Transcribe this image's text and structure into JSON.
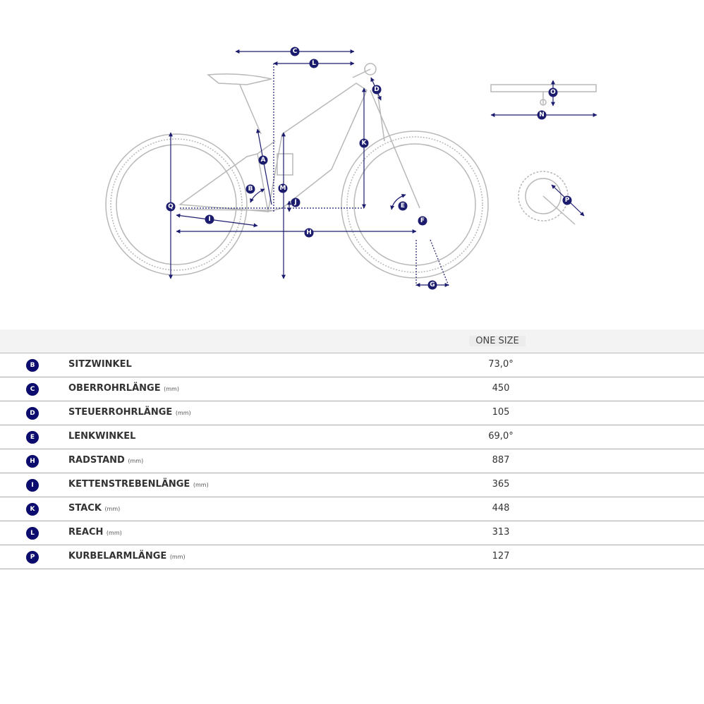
{
  "diagram": {
    "labels": [
      "A",
      "B",
      "C",
      "D",
      "E",
      "F",
      "G",
      "H",
      "I",
      "J",
      "K",
      "L",
      "M",
      "N",
      "O",
      "P",
      "Q"
    ],
    "accent": "#1c1c6e",
    "line_color": "#b8b8b8"
  },
  "table": {
    "header": "ONE SIZE",
    "rows": [
      {
        "key": "B",
        "name": "SITZWINKEL",
        "unit": "",
        "value": "73,0°"
      },
      {
        "key": "C",
        "name": "OBERROHRLÄNGE",
        "unit": "(mm)",
        "value": "450"
      },
      {
        "key": "D",
        "name": "STEUERROHRLÄNGE",
        "unit": "(mm)",
        "value": "105"
      },
      {
        "key": "E",
        "name": "LENKWINKEL",
        "unit": "",
        "value": "69,0°"
      },
      {
        "key": "H",
        "name": "RADSTAND",
        "unit": "(mm)",
        "value": "887"
      },
      {
        "key": "I",
        "name": "KETTENSTREBENLÄNGE",
        "unit": "(mm)",
        "value": "365"
      },
      {
        "key": "K",
        "name": "STACK",
        "unit": "(mm)",
        "value": "448"
      },
      {
        "key": "L",
        "name": "REACH",
        "unit": "(mm)",
        "value": "313"
      },
      {
        "key": "P",
        "name": "KURBELARMLÄNGE",
        "unit": "(mm)",
        "value": "127"
      }
    ]
  }
}
